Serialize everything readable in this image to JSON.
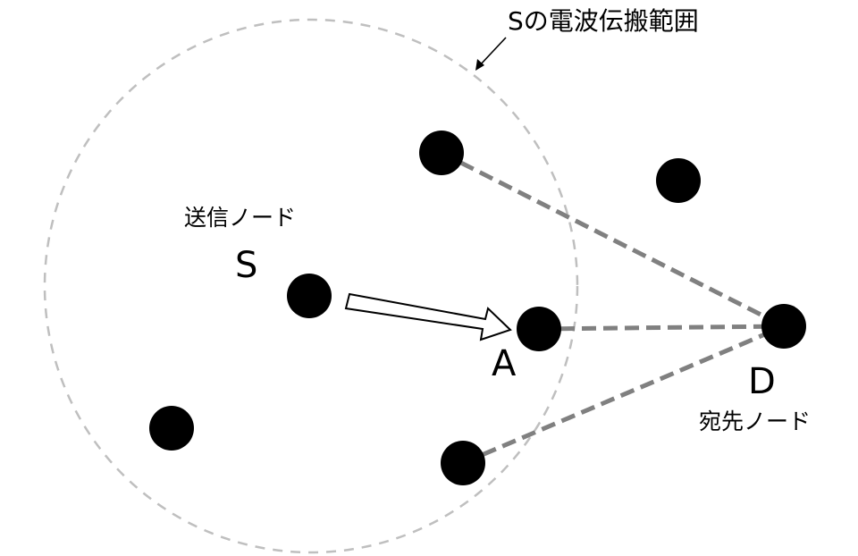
{
  "range_label": "Sの電波伝搬範囲",
  "sender": {
    "role": "送信ノード",
    "name": "S"
  },
  "relay": {
    "name": "A"
  },
  "destination": {
    "name": "D",
    "role": "宛先ノード"
  },
  "colors": {
    "node": "#000000",
    "range_circle": "#bfbfbf",
    "link_dashed": "#808080",
    "arrow_outline": "#000000",
    "arrow_fill": "#ffffff"
  }
}
